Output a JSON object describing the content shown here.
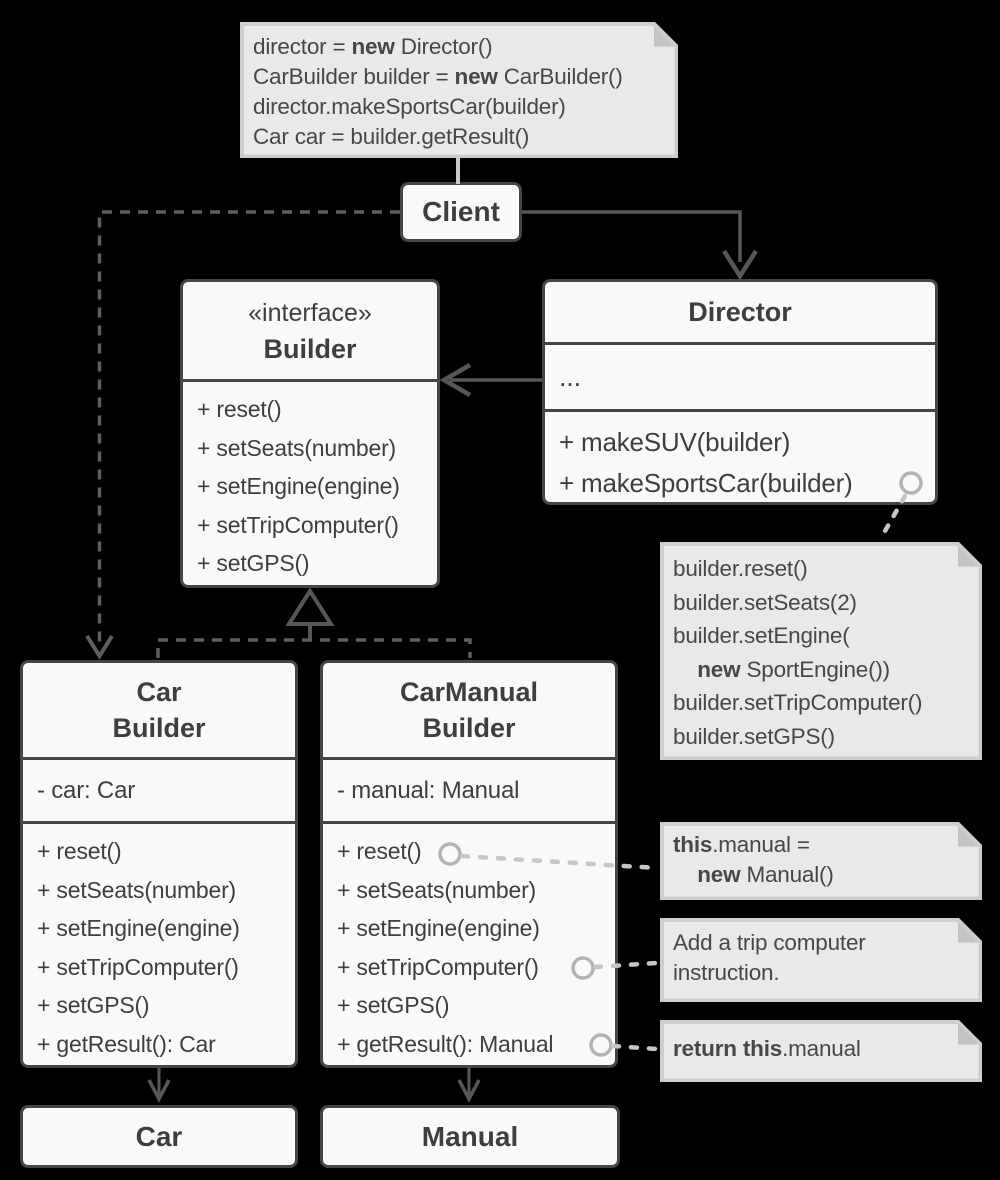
{
  "colors": {
    "background": "#000000",
    "box_fill": "#f9f9f9",
    "box_border": "#454545",
    "text": "#3e3e3e",
    "note_fill": "#e9e9e9",
    "note_border": "#cdcdcd",
    "solid_line": "#575757",
    "dashed_line": "#5e5e5e",
    "note_connector": "#c6c6c6"
  },
  "top_note": {
    "lines": [
      [
        {
          "t": "director = "
        },
        {
          "t": "new",
          "b": true
        },
        {
          "t": " Director()"
        }
      ],
      [
        {
          "t": "CarBuilder builder = "
        },
        {
          "t": "new",
          "b": true
        },
        {
          "t": " CarBuilder()"
        }
      ],
      [
        {
          "t": "director.makeSportsCar(builder)"
        }
      ],
      [
        {
          "t": "Car car = builder.getResult()"
        }
      ]
    ]
  },
  "client": {
    "title": "Client"
  },
  "builder_interface": {
    "stereotype": "«interface»",
    "name": "Builder",
    "methods": [
      "+ reset()",
      "+ setSeats(number)",
      "+ setEngine(engine)",
      "+ setTripComputer()",
      "+ setGPS()"
    ]
  },
  "director": {
    "name": "Director",
    "fields_placeholder": "...",
    "methods": [
      "+ makeSUV(builder)",
      "+ makeSportsCar(builder)"
    ]
  },
  "sports_note": {
    "lines": [
      [
        {
          "t": "builder.reset()"
        }
      ],
      [
        {
          "t": "builder.setSeats(2)"
        }
      ],
      [
        {
          "t": "builder.setEngine("
        }
      ],
      [
        {
          "t": "    "
        },
        {
          "t": "new",
          "b": true
        },
        {
          "t": " SportEngine())"
        }
      ],
      [
        {
          "t": "builder.setTripComputer()"
        }
      ],
      [
        {
          "t": "builder.setGPS()"
        }
      ]
    ]
  },
  "car_builder": {
    "name_line1": "Car",
    "name_line2": "Builder",
    "field": "- car: Car",
    "methods": [
      "+ reset()",
      "+ setSeats(number)",
      "+ setEngine(engine)",
      "+ setTripComputer()",
      "+ setGPS()",
      "+ getResult(): Car"
    ]
  },
  "car_manual_builder": {
    "name_line1": "CarManual",
    "name_line2": "Builder",
    "field": "- manual: Manual",
    "methods": [
      "+ reset()",
      "+ setSeats(number)",
      "+ setEngine(engine)",
      "+ setTripComputer()",
      "+ setGPS()",
      "+ getResult(): Manual"
    ]
  },
  "car": {
    "title": "Car"
  },
  "manual": {
    "title": "Manual"
  },
  "note_manual": {
    "lines": [
      [
        {
          "t": "this",
          "b": true
        },
        {
          "t": ".manual ="
        }
      ],
      [
        {
          "t": "    "
        },
        {
          "t": "new",
          "b": true
        },
        {
          "t": " Manual()"
        }
      ]
    ]
  },
  "note_trip": {
    "lines": [
      [
        {
          "t": "Add a trip computer"
        }
      ],
      [
        {
          "t": "instruction."
        }
      ]
    ]
  },
  "note_return": {
    "lines": [
      [
        {
          "t": "return this",
          "b": true
        },
        {
          "t": ".manual"
        }
      ]
    ]
  }
}
